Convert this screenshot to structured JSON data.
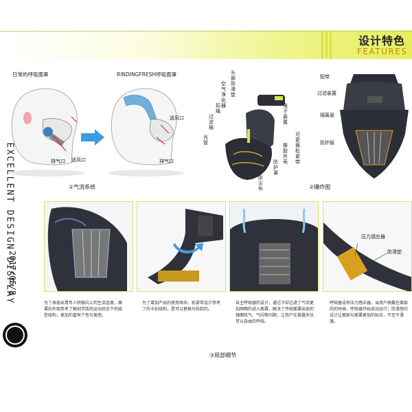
{
  "header": {
    "title_cn": "设计特色",
    "title_en": "FEATURES"
  },
  "side": {
    "vertical_title": "EXCELLENT DESIGN DISPLAY",
    "date": "2017/05/8",
    "logo": "studio-logo-icon"
  },
  "airflow": {
    "left_title": "日常的呼吸面罩",
    "right_title": "RINDINGFRESH呼吸面罩",
    "left_labels": {
      "exhaust": "排气口",
      "supply": "送风口"
    },
    "right_labels": {
      "supply": "送风口",
      "exhaust": "排气口"
    },
    "caption": "①气流系统"
  },
  "exploded": {
    "labels": {
      "head_pad": "头部防滑垫",
      "air_filter": "空气净化器",
      "strap": "扣绳",
      "filter_cotton": "过滤棉",
      "light": "光管",
      "electronic": "电子装置",
      "buckle": "可更换松紧带",
      "rubber": "橡胶外壳",
      "protect": "防护罩",
      "dust_cloth": "防尘布"
    },
    "right_labels": {
      "strap": "配带",
      "filter": "过滤装置",
      "isolation": "隔离层",
      "protection": "防护层"
    },
    "caption": "②爆炸图"
  },
  "details": {
    "caption": "③局部细节",
    "panel4_labels": {
      "sensor": "压力感应器",
      "pad": "防滑垫"
    },
    "texts": [
      "为了表现出青年人积极向上的生活态度，面罩的外观参考了解剖学肌肉运动状态下的线型结构，更加的富有个性与美感。",
      "为了增加产品的使用寿命，松紧带设计参考了的卡扣结构，是可以替换与拆卸的。",
      "自主呼吸器的设计，通过冷却过滤了气流更加顺畅的进入面罩，解决了传统面罩出现的镜面哈气、气闷等问题，让用户在雾霾天也可以自由的呼吸。",
      "呼吸器设有压力感应器，当用户佩戴在面部的的时候，呼吸器开始自动运行；防滑垫的设计让面部与面罩更加的贴合，不至于滑落。"
    ]
  },
  "colors": {
    "accent": "#e6ee5e",
    "gold": "#c58a00",
    "mask_dark": "#2b2e36",
    "arrow_blue": "#3d9be0"
  }
}
